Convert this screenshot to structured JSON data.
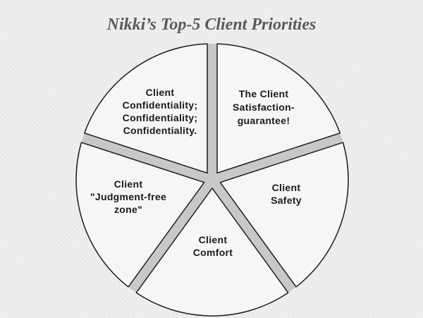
{
  "title": "Nikki’s Top-5 Client Priorities",
  "colors": {
    "background": "#ececec",
    "gap": "#c8c8c8",
    "slice_fill": "#f6f6f6",
    "slice_stroke": "#1e1e1e",
    "label_text": "#1a1a1a",
    "title_text": "#5a5a5a"
  },
  "slices": [
    {
      "lines": [
        "The Client",
        "Satisfaction-",
        "guarantee!"
      ]
    },
    {
      "lines": [
        "Client",
        "Safety"
      ]
    },
    {
      "lines": [
        "Client",
        "Comfort"
      ]
    },
    {
      "lines": [
        "Client",
        "\"Judgment-free",
        "zone\""
      ]
    },
    {
      "lines": [
        "Client",
        "Confidentiality;",
        "Confidentiality;",
        "Confidentiality."
      ]
    }
  ]
}
